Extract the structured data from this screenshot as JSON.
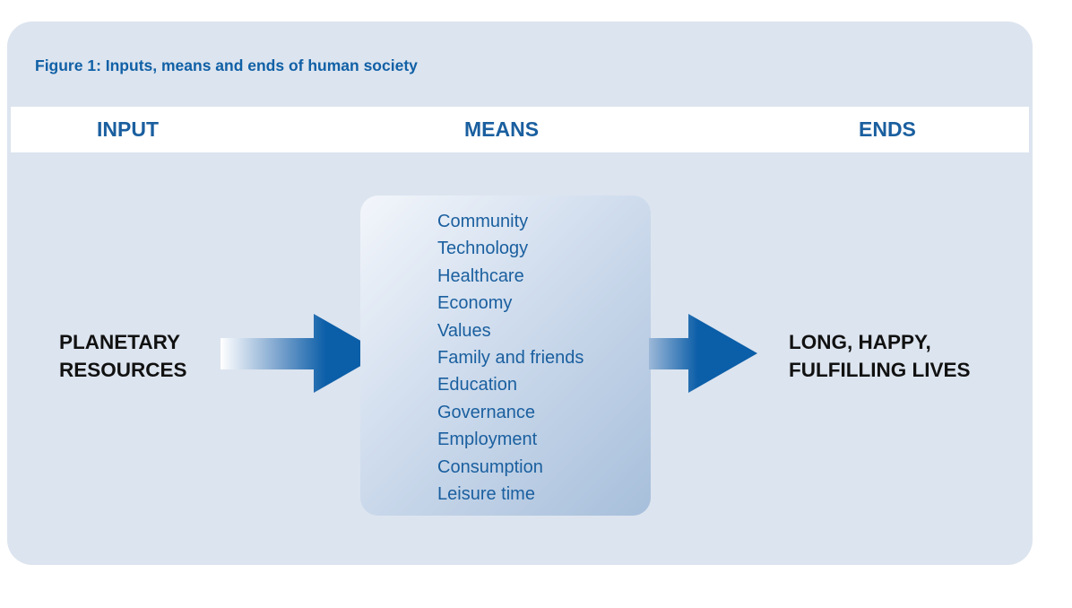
{
  "figure": {
    "title": "Figure 1: Inputs, means and ends of human society"
  },
  "columns": {
    "input": "INPUT",
    "means": "MEANS",
    "ends": "ENDS"
  },
  "input_label": {
    "line1": "PLANETARY",
    "line2": "RESOURCES"
  },
  "ends_label": {
    "line1": "LONG, HAPPY,",
    "line2": "FULFILLING LIVES"
  },
  "means_items": [
    "Community",
    "Technology",
    "Healthcare",
    "Economy",
    "Values",
    "Family and friends",
    "Education",
    "Governance",
    "Employment",
    "Consumption",
    "Leisure time"
  ],
  "colors": {
    "panel_background": "#dce4ef",
    "heading_blue": "#1a5f9f",
    "arrow_blue": "#0b5ea8"
  }
}
